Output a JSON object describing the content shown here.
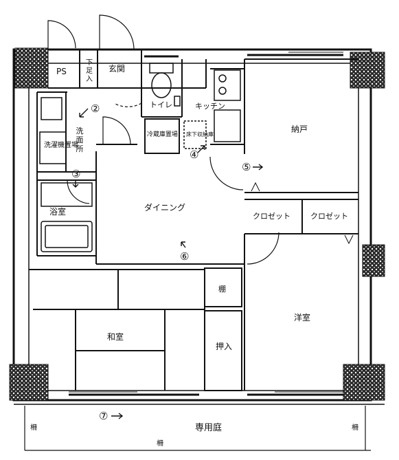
{
  "rooms": {
    "ps": "PS",
    "shoe_box": "下足入",
    "entrance": "玄関",
    "toilet": "トイレ",
    "kitchen": "キッチン",
    "storeroom": "納戸",
    "washroom": "洗面所",
    "washer_place": "洗濯機置場",
    "fridge_place": "冷蔵庫置場",
    "underfloor_storage": "床下収納庫",
    "bath": "浴室",
    "dining": "ダイニング",
    "closet_1": "クロゼット",
    "closet_2": "クロゼット",
    "shelf": "棚",
    "japanese_room": "和室",
    "western_room": "洋室",
    "oshiire": "押入",
    "private_garden": "専用庭",
    "fence_left": "柵",
    "fence_right": "柵",
    "fence_bottom": "柵"
  },
  "viewpoints": {
    "v2": "②",
    "v3": "③",
    "v4": "④",
    "v5": "⑤",
    "v6": "⑥",
    "v7": "⑦"
  },
  "colors": {
    "ink": "#111111",
    "paper": "#ffffff"
  }
}
